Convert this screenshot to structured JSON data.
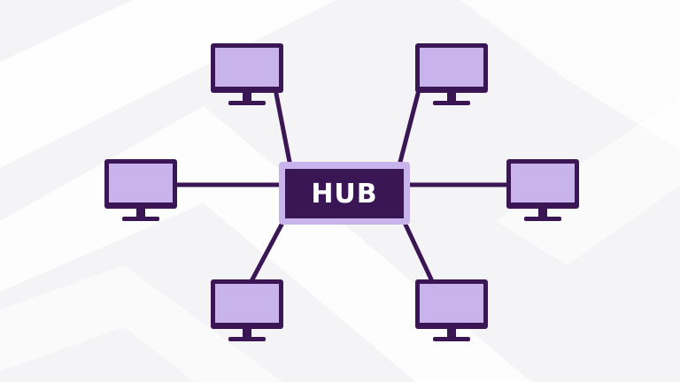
{
  "diagram": {
    "hub": {
      "label": "HUB"
    },
    "computers": [
      {
        "name": "computer-top-left"
      },
      {
        "name": "computer-top-right"
      },
      {
        "name": "computer-left"
      },
      {
        "name": "computer-right"
      },
      {
        "name": "computer-bottom-left"
      },
      {
        "name": "computer-bottom-right"
      }
    ],
    "topology": "star"
  },
  "colors": {
    "background": "#f4f3f5",
    "chevron_light": "#ffffff",
    "dark_purple": "#3b1654",
    "light_purple": "#c9b3ec",
    "hub_text": "#ffffff"
  }
}
